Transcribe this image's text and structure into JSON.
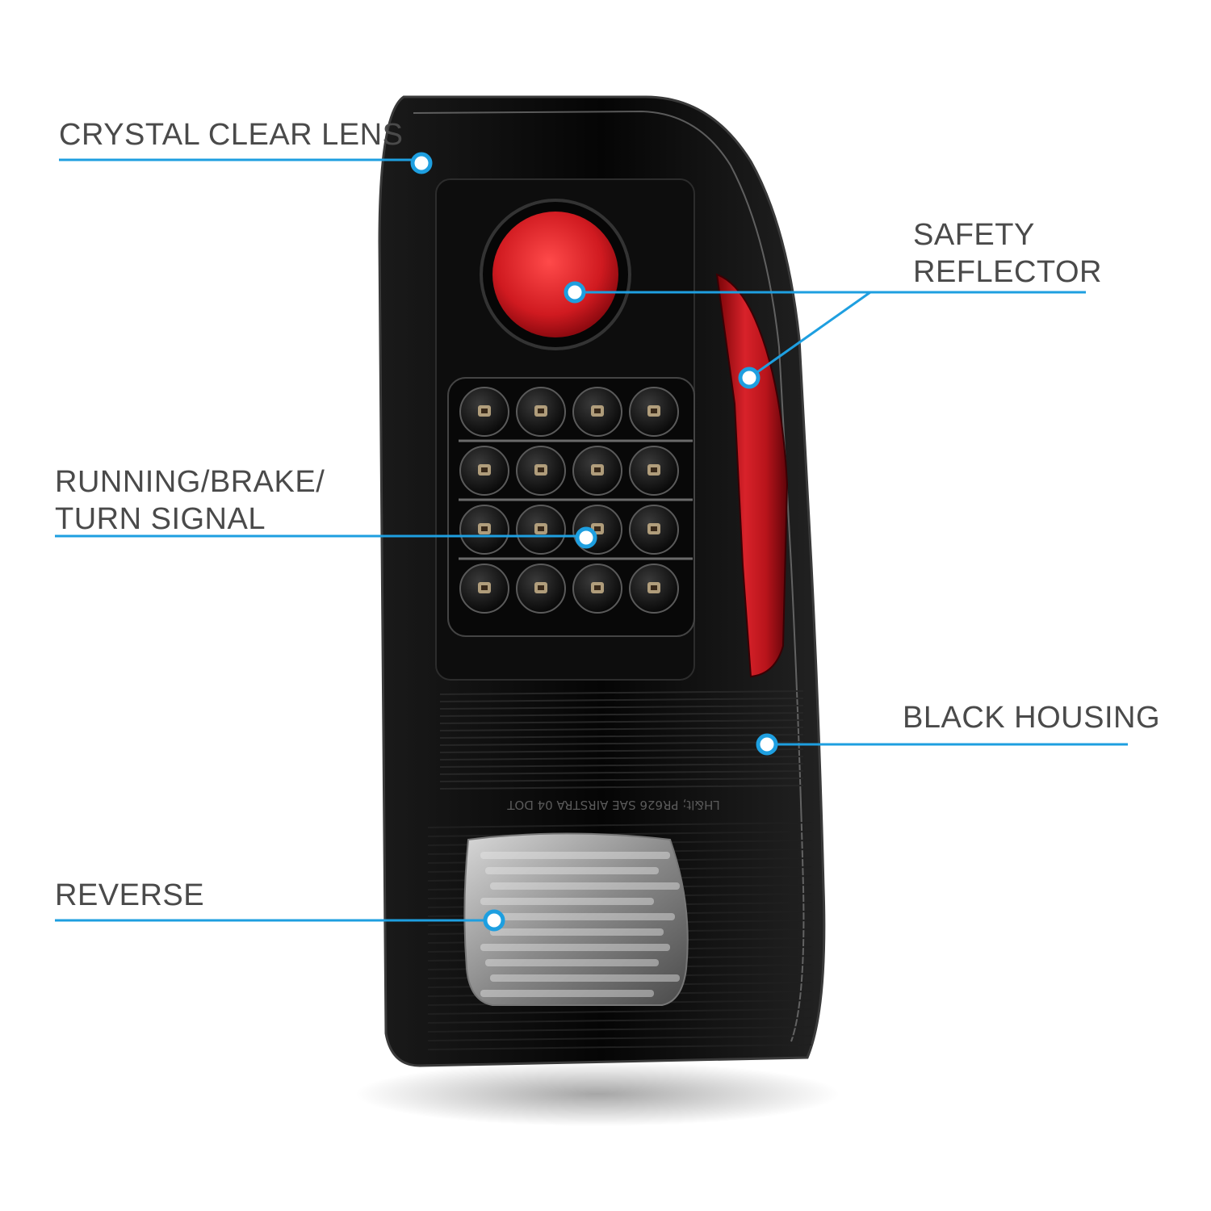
{
  "callouts": {
    "lens": {
      "lines": [
        "CRYSTAL CLEAR LENS"
      ]
    },
    "reflector": {
      "lines": [
        "SAFETY",
        "REFLECTOR"
      ]
    },
    "running": {
      "lines": [
        "RUNNING/BRAKE/",
        "TURN SIGNAL"
      ]
    },
    "housing": {
      "lines": [
        "BLACK HOUSING"
      ]
    },
    "reverse": {
      "lines": [
        "REVERSE"
      ]
    }
  },
  "lens_molding_text": "LH&lt; PR626 SAE AIRSTRA 04 DOT",
  "colors": {
    "callout_line": "#1e9fe0",
    "label_text": "#4a4a4a",
    "housing": "#0b0b0b",
    "reflector_red": "#c4161c"
  },
  "led_grid": {
    "rows": 4,
    "cols": 4
  }
}
